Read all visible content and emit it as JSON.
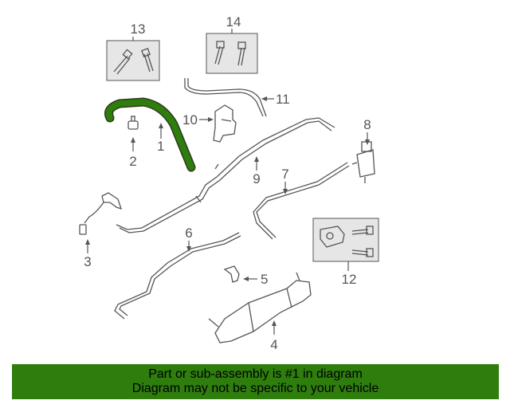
{
  "diagram": {
    "callouts": {
      "c1": "1",
      "c2": "2",
      "c3": "3",
      "c4": "4",
      "c5": "5",
      "c6": "6",
      "c7": "7",
      "c8": "8",
      "c9": "9",
      "c10": "10",
      "c11": "11",
      "c12": "12",
      "c13": "13",
      "c14": "14"
    },
    "highlight_color": "#2e7d0d"
  },
  "footer": {
    "line1": "Part or sub-assembly is #1 in diagram",
    "line2": "Diagram may not be specific to your vehicle",
    "background_color": "#2e7d0d"
  }
}
